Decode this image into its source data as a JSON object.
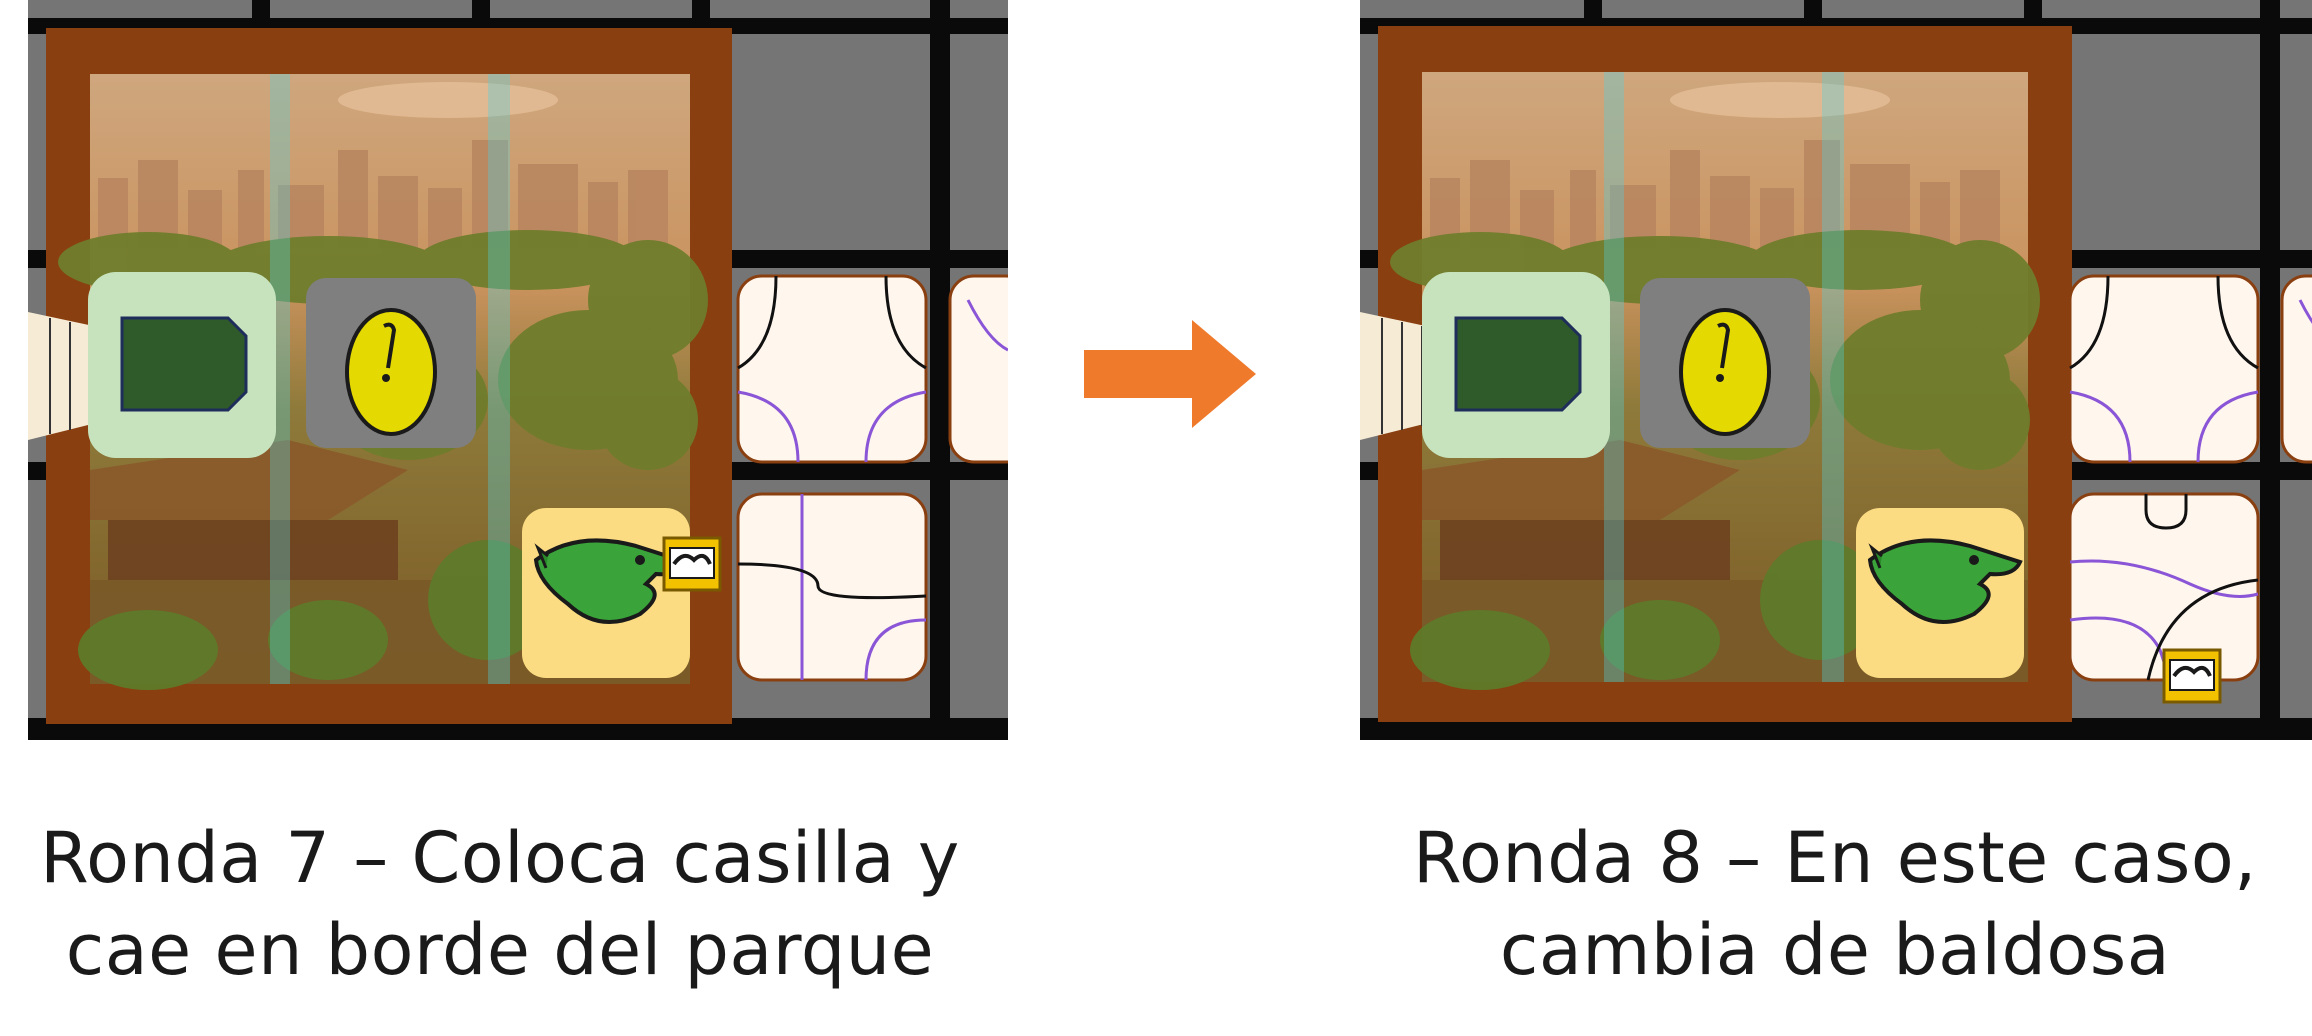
{
  "scenes": [
    {
      "id": "left",
      "caption": "Ronda 7 – Coloca casilla y cae en borde del parque",
      "marker_location": "on-park-edge"
    },
    {
      "id": "right",
      "caption": "Ronda 8 – En este caso, cambia de baldosa",
      "marker_location": "on-tile"
    }
  ],
  "colors": {
    "grid_gray": "#757575",
    "grid_line": "#0a0a0a",
    "park_frame": "#8a3f10",
    "start_tile_bg": "#c7e3be",
    "start_tile_shape": "#2f5a2a",
    "egg_tile_bg": "#7f7f7f",
    "egg": "#e4d900",
    "dino_tile_bg": "#fbdc82",
    "dino": "#3aa43a",
    "path_tile_bg": "#fff6ee",
    "purple_path": "#8a55d6",
    "marker": "#f2c200",
    "arrow": "#f07a2c"
  },
  "icons": [
    "start-gate-icon",
    "egg-icon",
    "dinosaur-icon",
    "marker-token-icon",
    "right-arrow-icon"
  ]
}
